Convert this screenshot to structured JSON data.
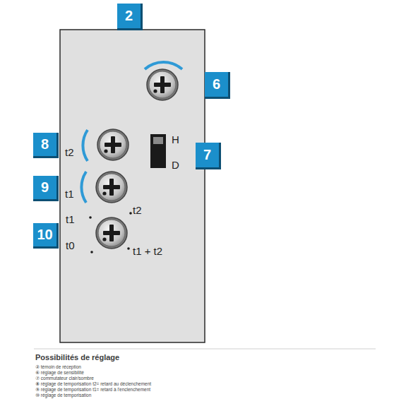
{
  "diagram": {
    "title": "Possibilités de réglage",
    "nodes": [
      {
        "text": [
          "2"
        ]
      },
      {
        "text": [
          "6"
        ]
      },
      {
        "text": [
          "7"
        ]
      },
      {
        "text": [
          "8"
        ]
      },
      {
        "text": [
          "9"
        ]
      },
      {
        "text": [
          "10"
        ]
      }
    ],
    "labels": [
      "H",
      "D",
      "t2",
      "t1",
      "t1",
      "t2",
      "t0",
      "t1 + t2",
      "② témoin de réception",
      "⑥ réglage de sensibilité",
      "⑦ commutateur clair/sombre",
      "⑧ réglage de temporisation t2= retard au déclenchement",
      "⑨ réglage de temporisation t1= retard à l'enclenchement",
      "⑩ réglage de temporisation"
    ]
  }
}
